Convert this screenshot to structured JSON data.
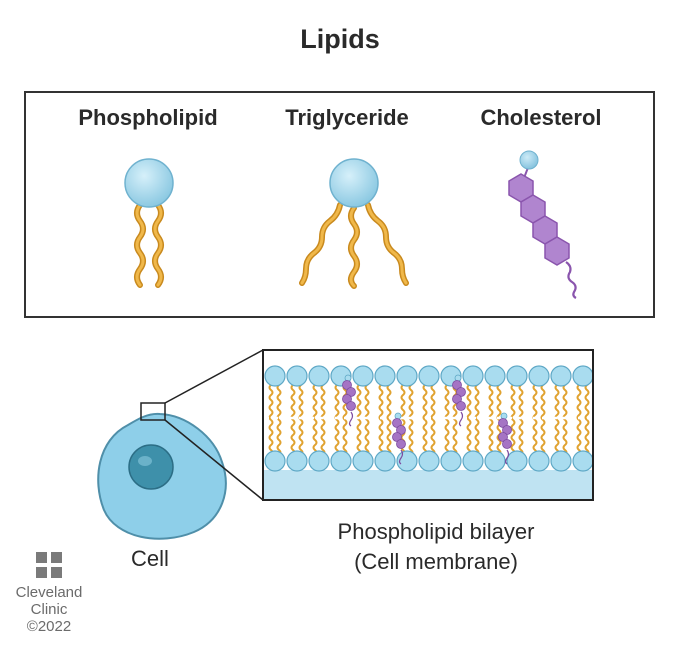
{
  "title": "Lipids",
  "lipids": [
    {
      "label": "Phospholipid"
    },
    {
      "label": "Triglyceride"
    },
    {
      "label": "Cholesterol"
    }
  ],
  "cell_label": "Cell",
  "bilayer_label_line1": "Phospholipid bilayer",
  "bilayer_label_line2": "(Cell membrane)",
  "brand": {
    "line1": "Cleveland",
    "line2": "Clinic",
    "copyright": "©2022"
  },
  "colors": {
    "head": "#9fd6ec",
    "tail": "#e8a93a",
    "cholesterol": "#a574c4",
    "cell": "#8ccfe8",
    "nucleus": "#3f93ad"
  }
}
